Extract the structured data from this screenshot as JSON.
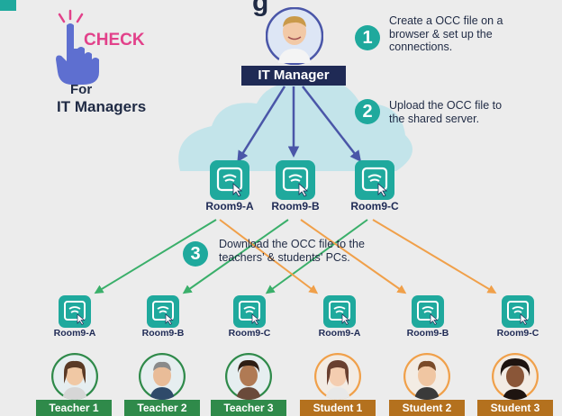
{
  "header": {
    "title_fragment": "g"
  },
  "badge": {
    "check": "CHECK",
    "for": "For",
    "audience": "IT Managers"
  },
  "manager": {
    "label": "IT Manager"
  },
  "steps": [
    {
      "num": "1",
      "lines": [
        "Create a OCC file on a",
        "browser & set up the",
        "connections."
      ]
    },
    {
      "num": "2",
      "lines": [
        "Upload the OCC file to",
        "the shared server."
      ]
    },
    {
      "num": "3",
      "lines": [
        "Download the OCC file to the",
        "teachers’ & students’ PCs."
      ]
    }
  ],
  "server_rooms": [
    "Room9-A",
    "Room9-B",
    "Room9-C"
  ],
  "pcs": [
    {
      "room": "Room9-A",
      "role": "Teacher 1",
      "kind": "teacher"
    },
    {
      "room": "Room9-B",
      "role": "Teacher 2",
      "kind": "teacher"
    },
    {
      "room": "Room9-C",
      "role": "Teacher 3",
      "kind": "teacher"
    },
    {
      "room": "Room9-A",
      "role": "Student 1",
      "kind": "student"
    },
    {
      "room": "Room9-B",
      "role": "Student 2",
      "kind": "student"
    },
    {
      "room": "Room9-C",
      "role": "Student 3",
      "kind": "student"
    }
  ],
  "colors": {
    "teal": "#1fa99d",
    "navy": "#1f2a55",
    "manager_arrow": "#4a56a8",
    "teacher_arrow": "#3aaf6a",
    "student_arrow": "#f0a04a",
    "teacher_tag": "#2f8a4a",
    "student_tag": "#b4711e",
    "cloud": "#bfe3ea"
  }
}
